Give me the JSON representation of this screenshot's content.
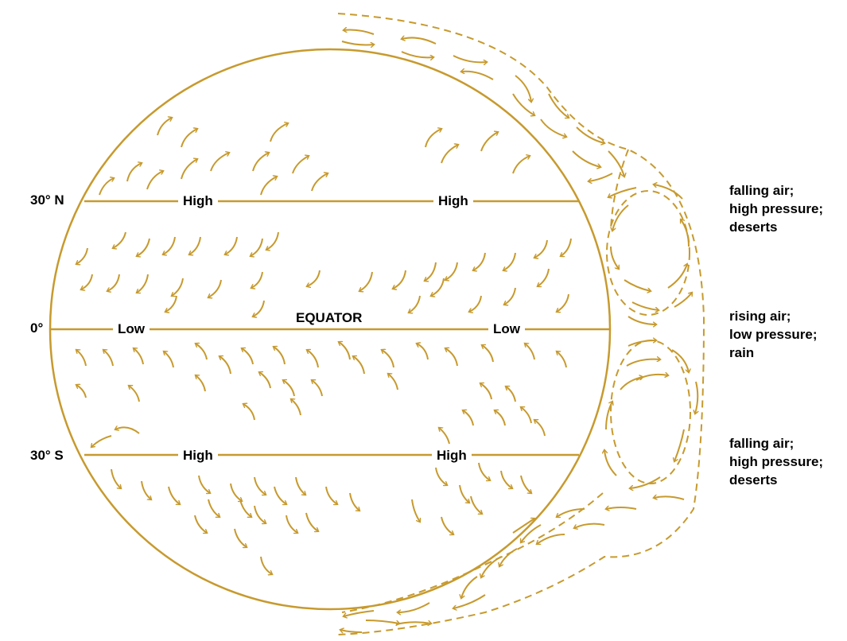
{
  "colors": {
    "line": "#c79a2e",
    "text": "#000000",
    "background": "#ffffff"
  },
  "latitudes": {
    "north": "30° N",
    "equator": "0°",
    "south": "30° S"
  },
  "pressure_labels": {
    "north_left": "High",
    "north_right": "High",
    "equator_left": "Low",
    "equator_name": "EQUATOR",
    "equator_right": "Low",
    "south_left": "High",
    "south_right": "High"
  },
  "annotations": {
    "north": [
      "falling air;",
      "high pressure;",
      "deserts"
    ],
    "equator": [
      "rising air;",
      "low pressure;",
      "rain"
    ],
    "south": [
      "falling air;",
      "high pressure;",
      "deserts"
    ]
  }
}
